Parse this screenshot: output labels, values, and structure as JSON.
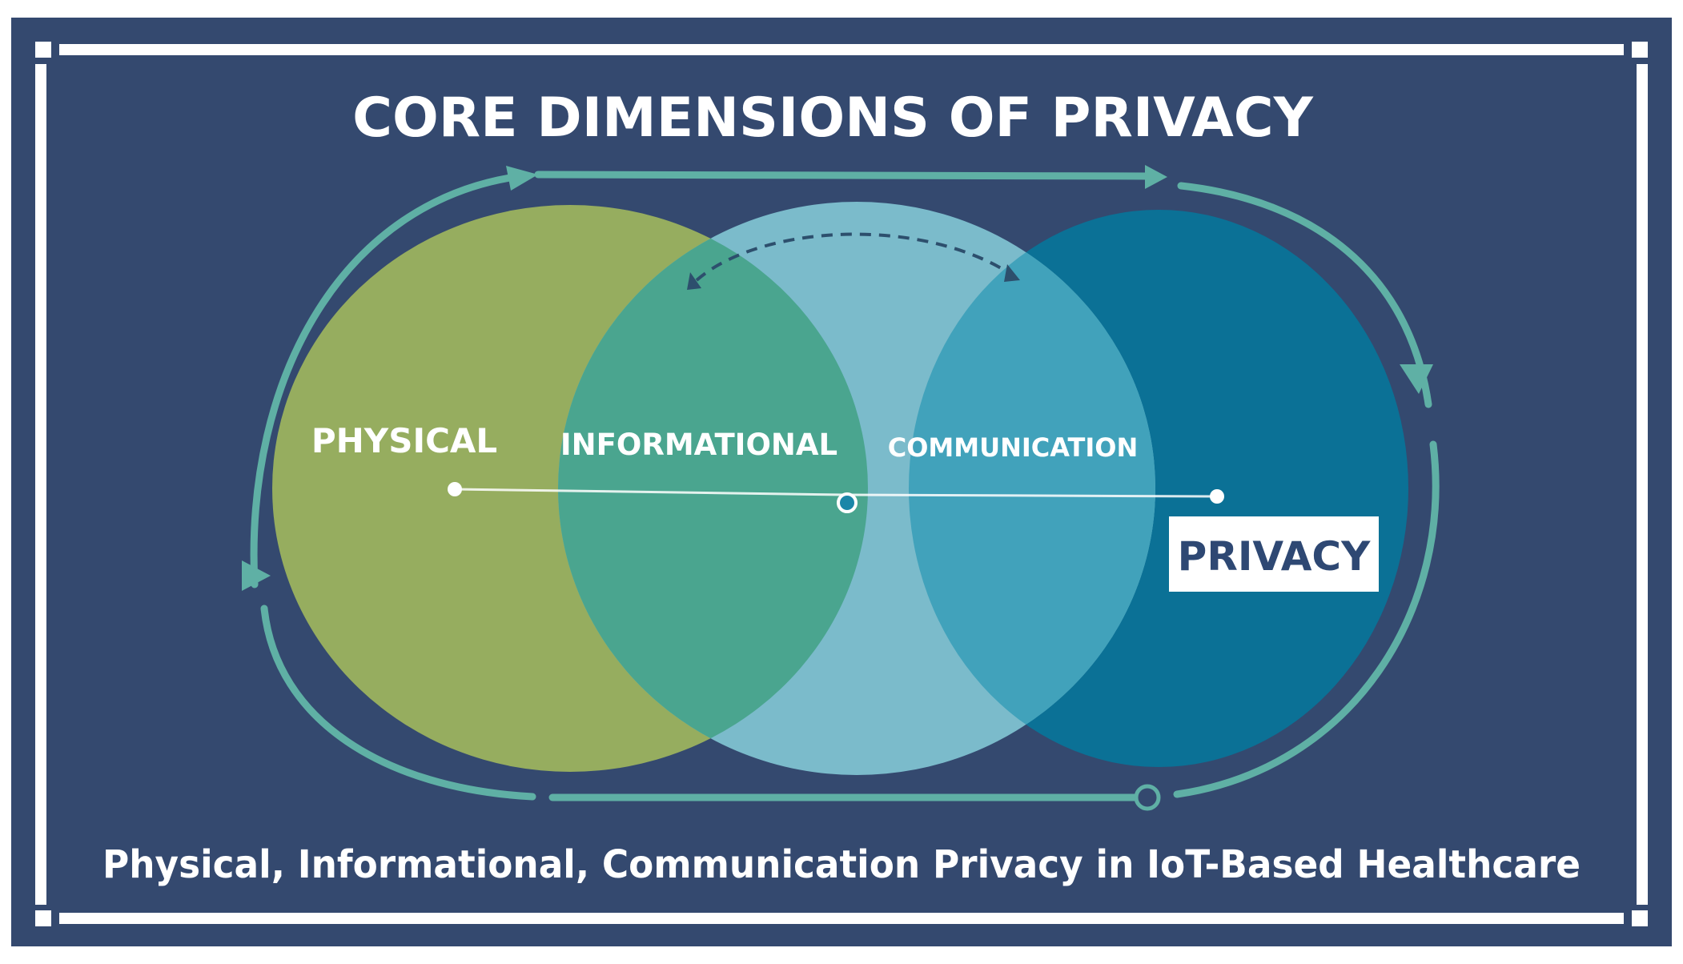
{
  "title": "CORE DIMENSIONS OF PRIVACY",
  "circles": {
    "physical": {
      "label": "PHYSICAL",
      "color": "#96ad5f"
    },
    "informational": {
      "label": "INFORMATIONAL",
      "color": "#7bbbcb"
    },
    "communication": {
      "label": "COMMUNICATION",
      "color": "#0b7196"
    }
  },
  "privacy_badge": {
    "label": "PRIVACY",
    "text_color": "#2e4873"
  },
  "caption": "Physical, Informational, Communication Privacy in IoT-Based Healthcare",
  "colors": {
    "background": "#34496f",
    "frame": "#ffffff",
    "cycle_arrows": "#5fb0a5"
  }
}
